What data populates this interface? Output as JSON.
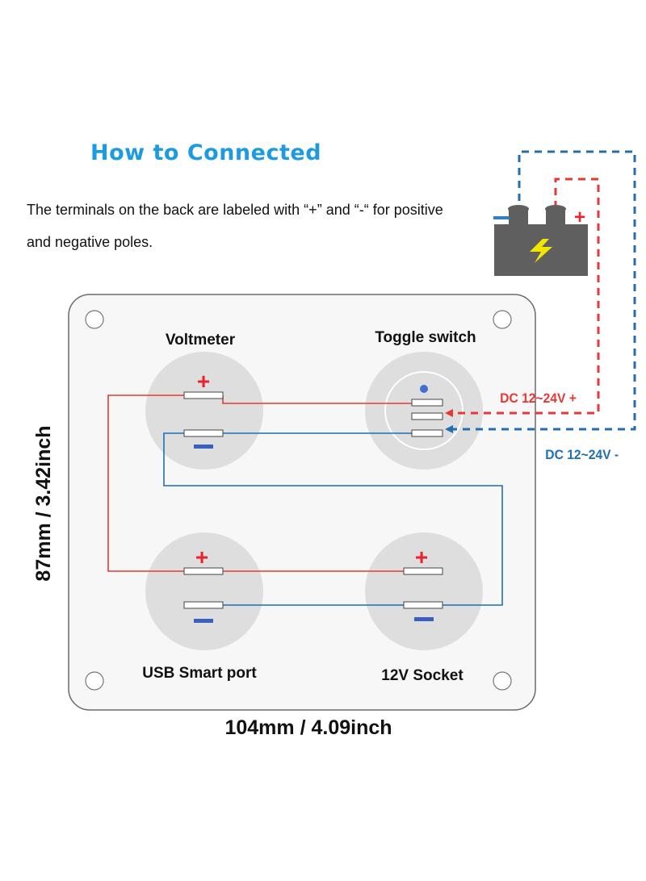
{
  "title": "How to Connected",
  "description": "The terminals on the back are labeled with “+” and “-“ for positive and negative poles.",
  "panel": {
    "voltmeter_label": "Voltmeter",
    "toggle_label": "Toggle switch",
    "usb_label": "USB Smart port",
    "socket_label": "12V Socket"
  },
  "power": {
    "positive_label": "DC 12~24V +",
    "negative_label": "DC 12~24V  -",
    "battery_plus": "+",
    "battery_minus": "-"
  },
  "terminal_signs": {
    "plus": "+",
    "minus": "-"
  },
  "dimensions": {
    "width_label": "104mm / 4.09inch",
    "height_label": "87mm / 3.42inch"
  },
  "colors": {
    "title": "#1e9be0",
    "positive_wire": "#e53935",
    "negative_wire": "#1f6fb2",
    "plus_sign": "#e8232a",
    "minus_sign": "#3a5fbf",
    "battery": "#5f5f5f",
    "bolt": "#f2e600"
  }
}
